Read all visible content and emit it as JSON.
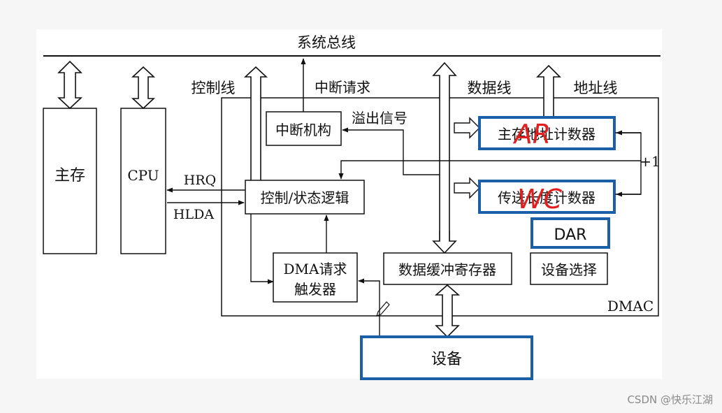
{
  "labels": {
    "system_bus": "系统总线",
    "main_memory": "主存",
    "cpu": "CPU",
    "control_line": "控制线",
    "interrupt_request": "中断请求",
    "data_line": "数据线",
    "address_line": "地址线",
    "interrupt_unit": "中断机构",
    "overflow_signal": "溢出信号",
    "address_counter": "主存地址计数器",
    "length_counter": "传送长度计数器",
    "plus_one": "+1",
    "hrq": "HRQ",
    "hlda": "HLDA",
    "control_logic": "控制/状态逻辑",
    "dar": "DAR",
    "dma_trigger_line1": "DMA请求",
    "dma_trigger_line2": "触发器",
    "data_buffer": "数据缓冲寄存器",
    "device_select": "设备选择",
    "dmac": "DMAC",
    "device": "设备",
    "annotation_ar": "AR",
    "annotation_wc": "WC"
  },
  "watermark": "CSDN @快乐江湖",
  "colors": {
    "highlight_blue": "#1a5fa8",
    "annotation_red": "#e0201e",
    "line": "#111111"
  }
}
